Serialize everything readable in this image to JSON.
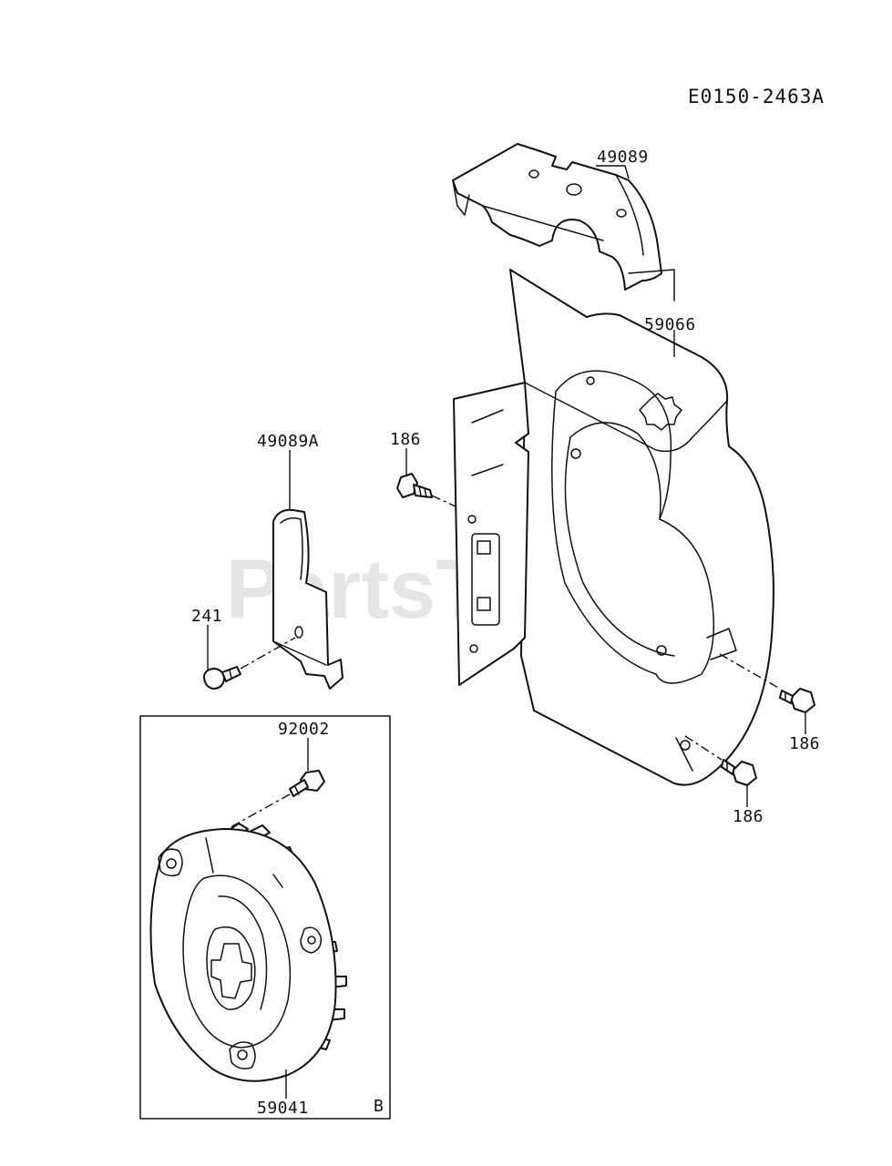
{
  "diagram_id": "E0150-2463A",
  "watermark": {
    "text": "PartsTree",
    "trademark": "™"
  },
  "detail_box": {
    "label": "B"
  },
  "parts": {
    "top_bracket": {
      "number": "49089"
    },
    "blower_housing": {
      "number": "59066"
    },
    "side_bracket": {
      "number": "49089A"
    },
    "bolt_left_housing": {
      "number": "186"
    },
    "bolt_right_upper": {
      "number": "186"
    },
    "bolt_right_lower": {
      "number": "186"
    },
    "bolt_side_bracket": {
      "number": "241"
    },
    "flywheel_bolt": {
      "number": "92002"
    },
    "flywheel_fan": {
      "number": "59041"
    }
  }
}
